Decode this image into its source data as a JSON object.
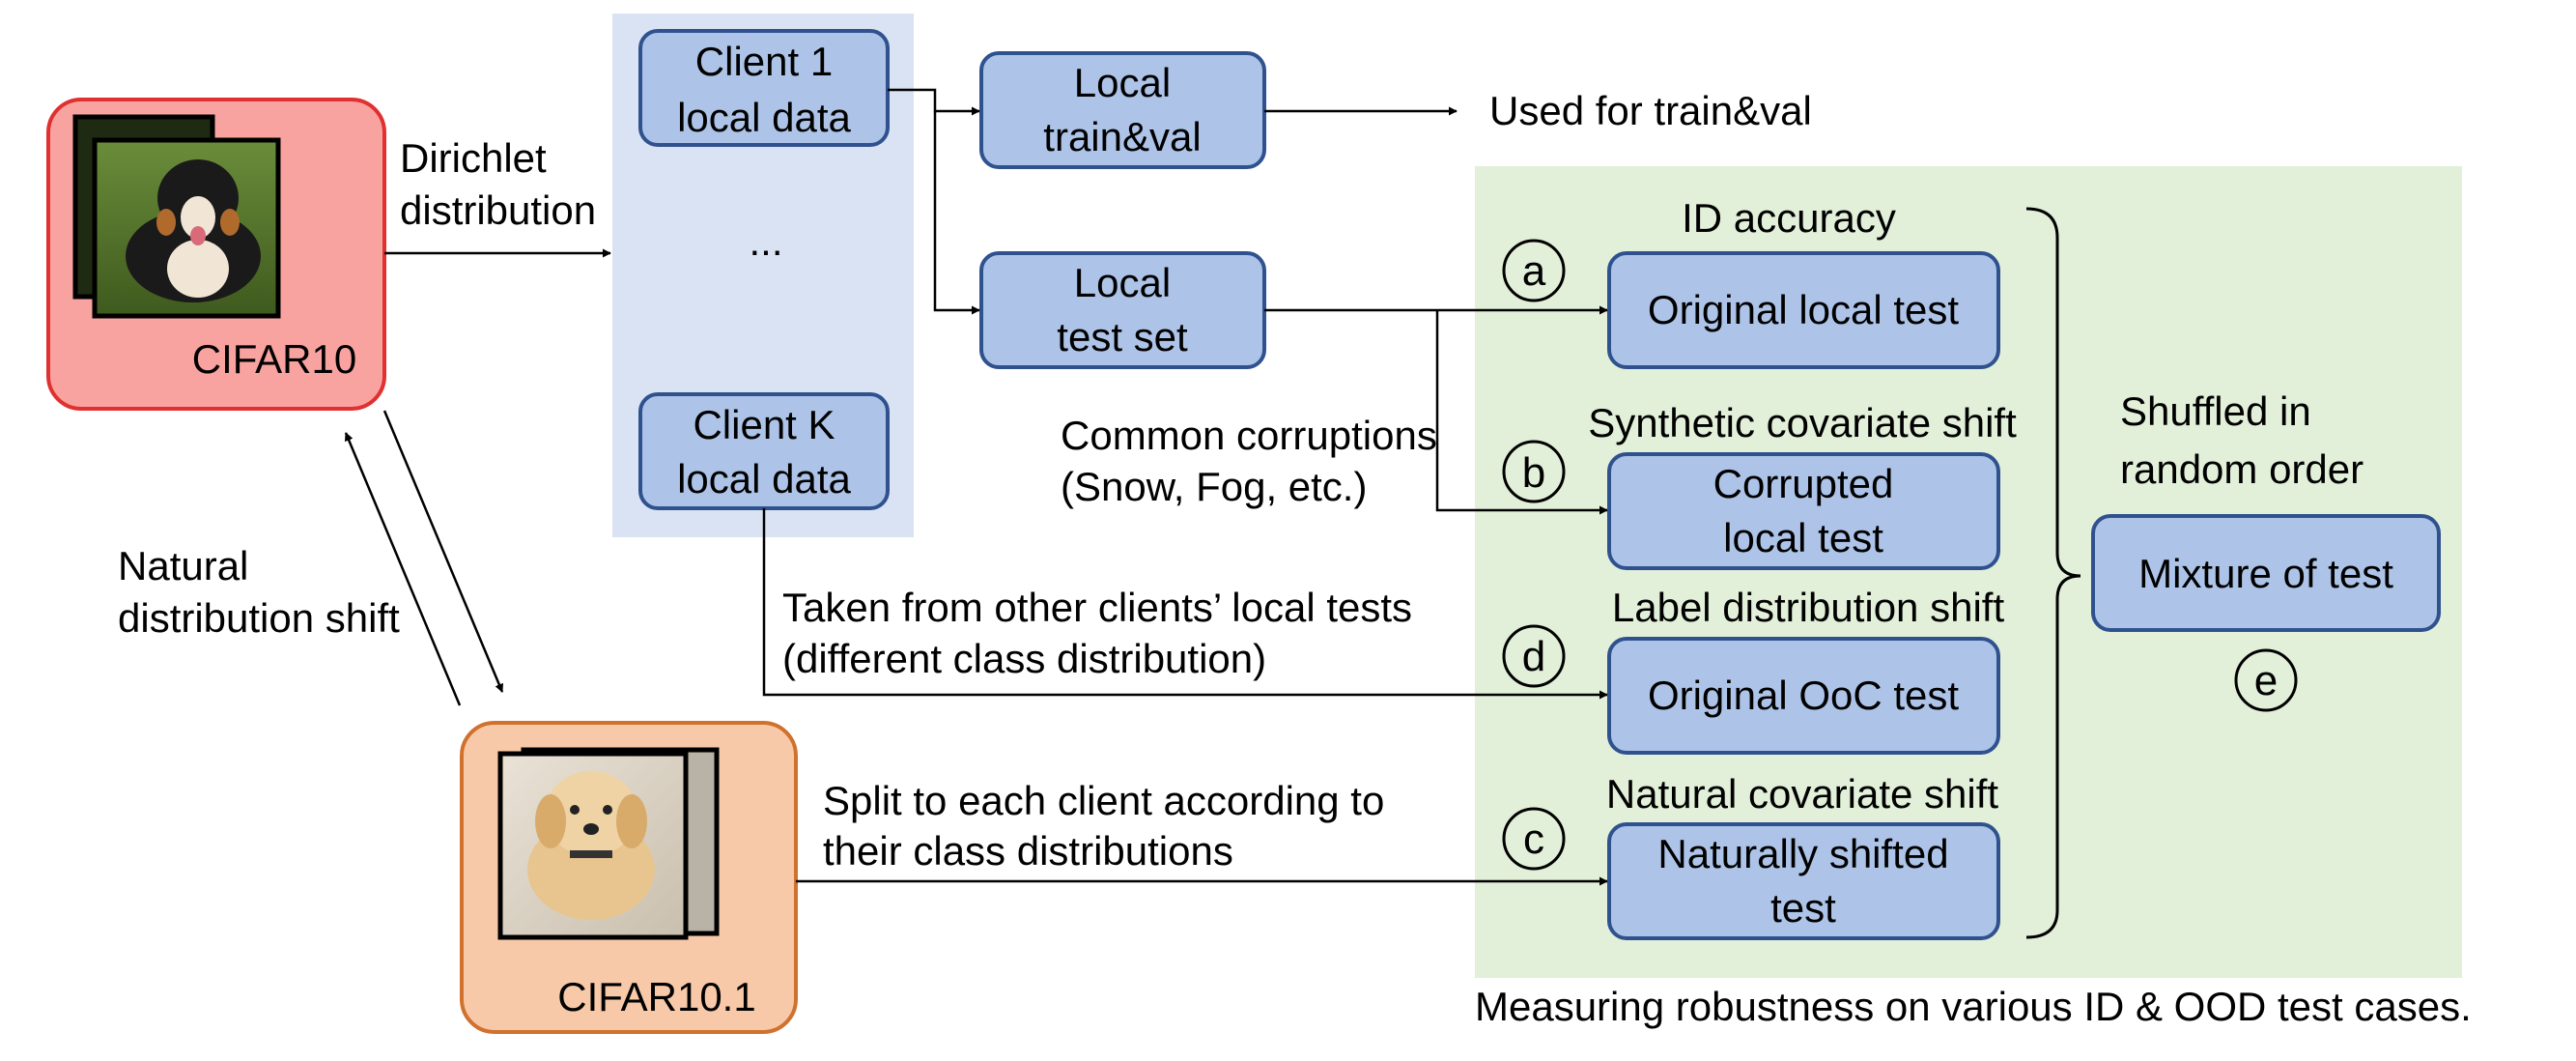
{
  "sources": {
    "cifar10": "CIFAR10",
    "cifar10_1": "CIFAR10.1",
    "dirichlet_line1": "Dirichlet",
    "dirichlet_line2": "distribution",
    "natural_shift_line1": "Natural",
    "natural_shift_line2": "distribution shift"
  },
  "clients": {
    "client1_line1": "Client 1",
    "client1_line2": "local data",
    "ellipsis": "...",
    "clientK_line1": "Client K",
    "clientK_line2": "local data"
  },
  "local_sets": {
    "trainval_line1": "Local",
    "trainval_line2": "train&val",
    "trainval_use": "Used for train&val",
    "test_line1": "Local",
    "test_line2": "test set"
  },
  "annotations": {
    "corruptions_line1": "Common corruptions",
    "corruptions_line2": "(Snow, Fog, etc.)",
    "taken_line1": "Taken from other clients’ local tests",
    "taken_line2": "(different class distribution)",
    "split_line1": "Split to each client according to",
    "split_line2": "their class distributions"
  },
  "tests": {
    "a_marker": "a",
    "a_heading": "ID accuracy",
    "a_box": "Original local test",
    "b_marker": "b",
    "b_heading": "Synthetic covariate shift",
    "b_box_line1": "Corrupted",
    "b_box_line2": "local test",
    "d_marker": "d",
    "d_heading": "Label distribution shift",
    "d_box": "Original OoC test",
    "c_marker": "c",
    "c_heading": "Natural covariate shift",
    "c_box_line1": "Naturally shifted",
    "c_box_line2": "test"
  },
  "mixture": {
    "heading_line1": "Shuffled in",
    "heading_line2": "random order",
    "box": "Mixture of test",
    "marker": "e"
  },
  "caption": "Measuring robustness on various ID & OOD test cases.",
  "colors": {
    "box_fill": "#adc4e8",
    "box_stroke": "#2f528f",
    "client_panel": "#dae3f3",
    "test_panel": "#e2efd9",
    "cifar10_fill": "#f8a3a0",
    "cifar10_stroke": "#e03030",
    "cifar101_fill": "#f8c9a8",
    "cifar101_stroke": "#d0712e"
  }
}
